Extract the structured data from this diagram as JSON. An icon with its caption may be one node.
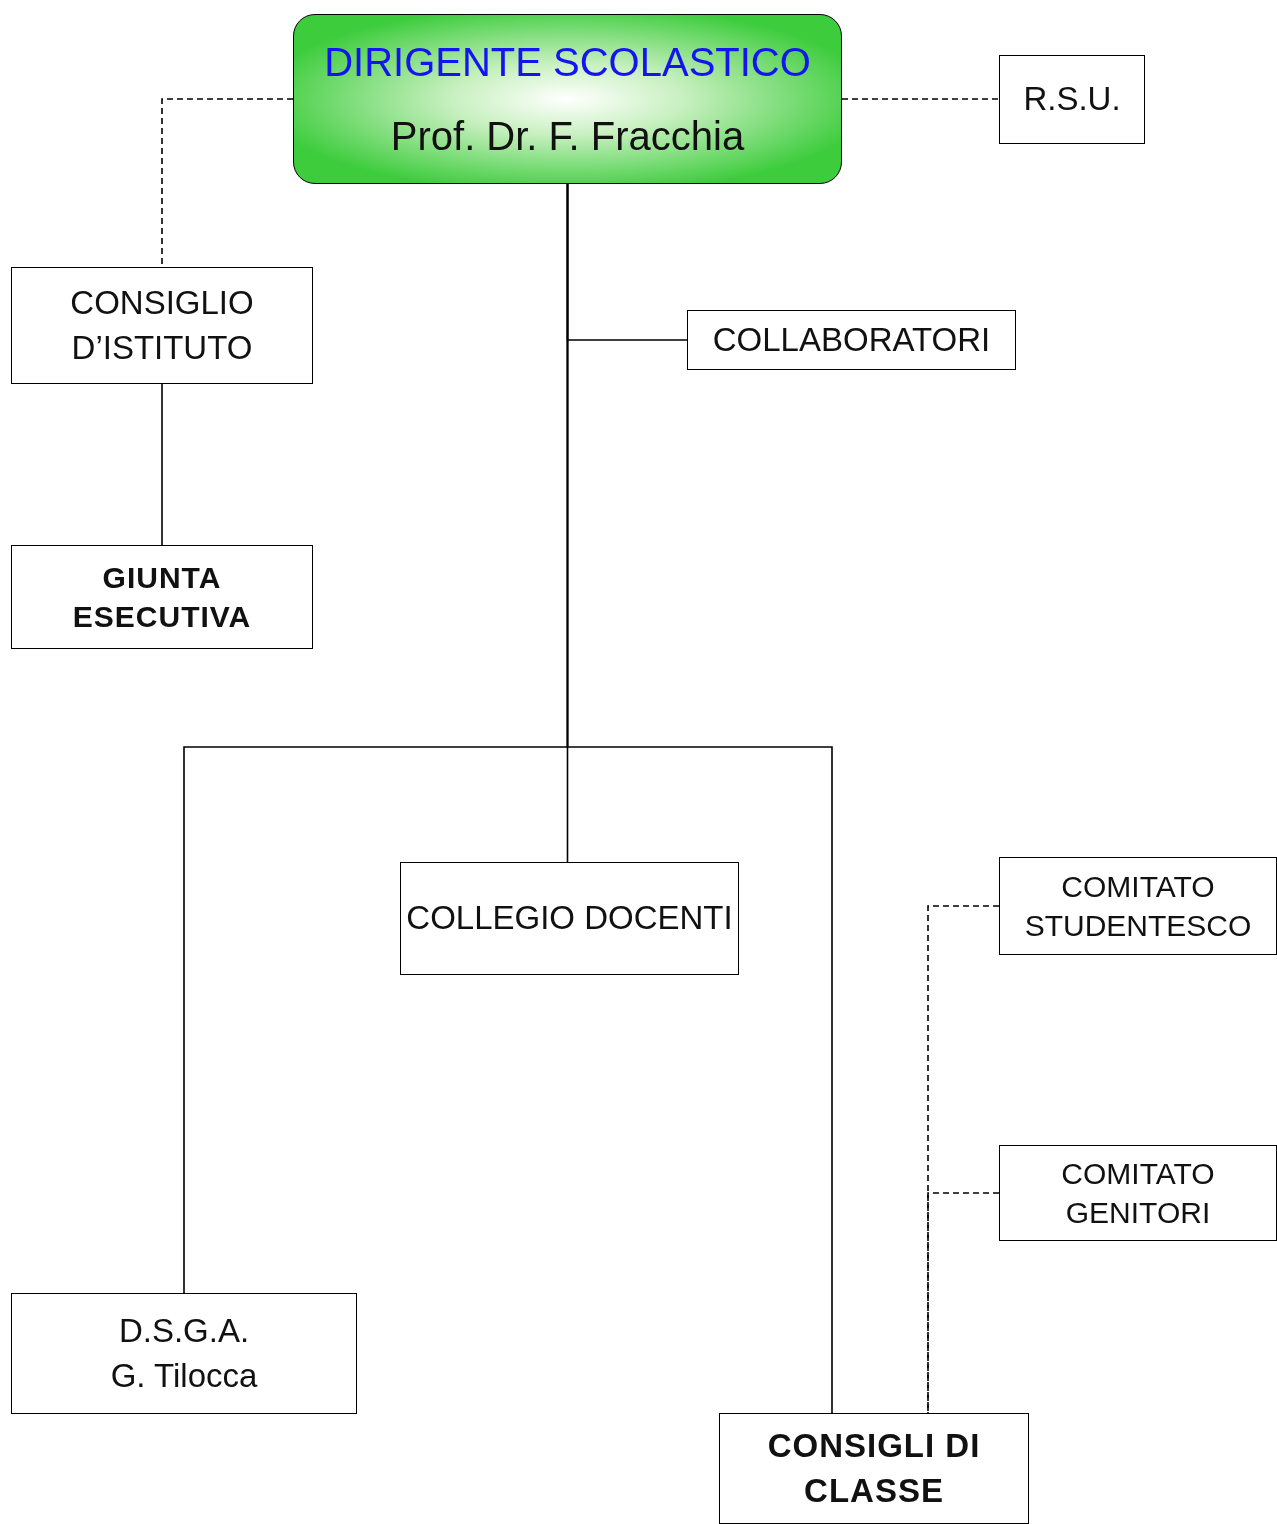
{
  "diagram": {
    "nodes": [
      {
        "text": [
          "DIRIGENTE SCOLASTICO",
          "Prof. Dr. F. Fracchia"
        ]
      },
      {
        "text": [
          "R.S.U."
        ]
      },
      {
        "text": [
          "CONSIGLIO D’ISTITUTO"
        ]
      },
      {
        "text": [
          "COLLABORATORI"
        ]
      },
      {
        "text": [
          "GIUNTA ESECUTIVA"
        ]
      },
      {
        "text": [
          "COLLEGIO DOCENTI"
        ]
      },
      {
        "text": [
          "COMITATO STUDENTESCO"
        ]
      },
      {
        "text": [
          "COMITATO GENITORI"
        ]
      },
      {
        "text": [
          "D.S.G.A.",
          "G. Tilocca"
        ]
      },
      {
        "text": [
          "CONSIGLI DI CLASSE"
        ]
      }
    ],
    "edges": [
      {
        "from": 0,
        "to": 1,
        "arrow": "none",
        "style": "dashed"
      },
      {
        "from": 0,
        "to": 2,
        "arrow": "none",
        "style": "dashed"
      },
      {
        "from": 2,
        "to": 4,
        "arrow": "none"
      },
      {
        "from": 0,
        "to": 3,
        "arrow": "none"
      },
      {
        "from": 0,
        "to": 5,
        "arrow": "none"
      },
      {
        "from": 0,
        "to": 8,
        "arrow": "none"
      },
      {
        "from": 0,
        "to": 9,
        "arrow": "none"
      },
      {
        "from": 6,
        "to": 9,
        "arrow": "none",
        "style": "dashed"
      },
      {
        "from": 7,
        "to": 9,
        "arrow": "none",
        "style": "dashed"
      }
    ]
  }
}
